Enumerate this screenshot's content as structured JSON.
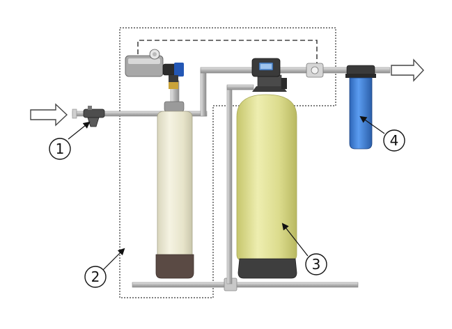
{
  "diagram": {
    "callouts": [
      {
        "id": "1",
        "label": "1"
      },
      {
        "id": "2",
        "label": "2"
      },
      {
        "id": "3",
        "label": "3"
      },
      {
        "id": "4",
        "label": "4"
      }
    ],
    "colors": {
      "pipe": "#b8b8b8",
      "pipe_edge": "#8a8a8a",
      "small_tank": "#e9e6cf",
      "small_tank_base": "#5a4a44",
      "large_tank": "#d8d88a",
      "large_tank_base": "#3e3e3e",
      "cartridge_filter": "#3f7fd6",
      "control_head": "#3a3a3a",
      "flow_arrow": "#ffffff",
      "outline": "#222222"
    }
  }
}
